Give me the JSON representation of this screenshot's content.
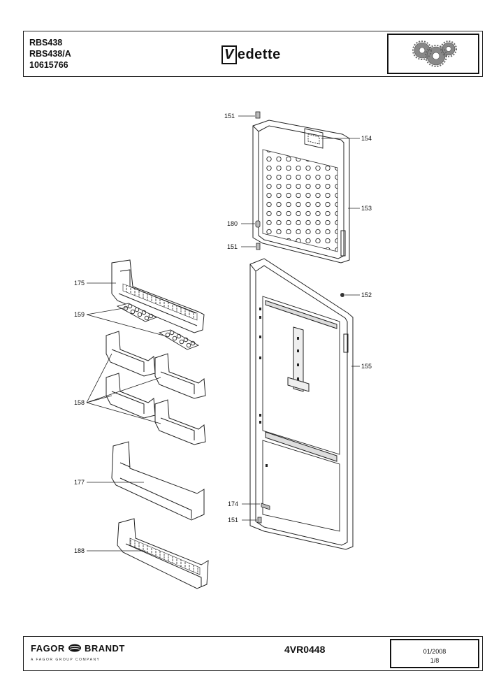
{
  "header": {
    "models": [
      "RBS438",
      "RBS438/A",
      "10615766"
    ],
    "brand_initial": "V",
    "brand_rest": "edette"
  },
  "footer": {
    "brand_left": "FAGOR",
    "brand_right": "BRANDT",
    "brand_sub": "A FAGOR GROUP COMPANY",
    "reference": "4VR0448",
    "date": "01/2008",
    "page": "1/8"
  },
  "callouts": {
    "p151a": "151",
    "p154": "154",
    "p153": "153",
    "p180": "180",
    "p151b": "151",
    "p152": "152",
    "p175": "175",
    "p159": "159",
    "p155": "155",
    "p158": "158",
    "p177": "177",
    "p174": "174",
    "p151c": "151",
    "p188": "188"
  }
}
